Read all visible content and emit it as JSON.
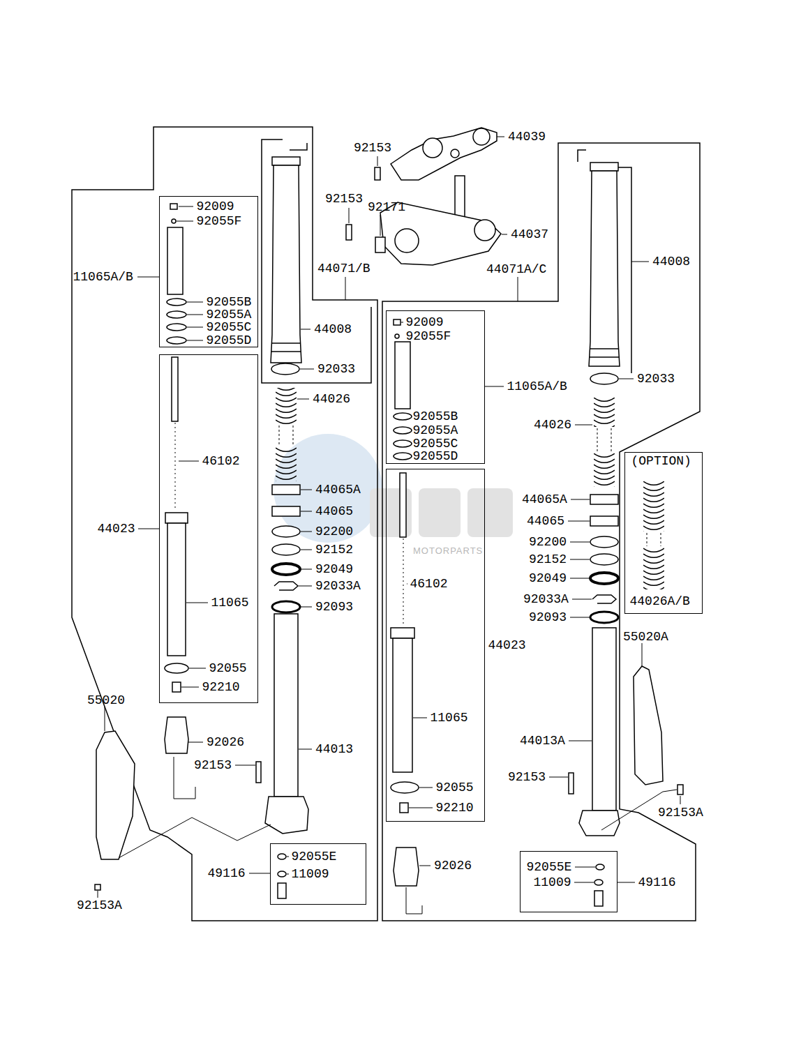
{
  "diagram": {
    "nodes": [
      {
        "text": [
          "11065A/B",
          "92009",
          "92055F",
          "92055B",
          "92055A",
          "92055C",
          "92055D"
        ]
      },
      {
        "text": [
          "44023",
          "46102",
          "11065",
          "92055",
          "92210"
        ]
      },
      {
        "text": [
          "49116",
          "92055E",
          "11009"
        ]
      },
      {
        "text": [
          "11065A/B",
          "92009",
          "92055F",
          "92055B",
          "92055A",
          "92055C",
          "92055D"
        ]
      },
      {
        "text": [
          "44023",
          "46102",
          "11065",
          "92055",
          "92210"
        ]
      },
      {
        "text": [
          "(OPTION)",
          "44026A/B"
        ]
      },
      {
        "text": [
          "49116",
          "92055E",
          "11009"
        ]
      }
    ],
    "labels": [
      "92153",
      "44039",
      "92153",
      "92171",
      "44037",
      "44071/B",
      "44071A/C",
      "44008",
      "44008",
      "92033",
      "92033",
      "44026",
      "44026",
      "44065A",
      "44065",
      "92200",
      "92152",
      "92049",
      "92033A",
      "92093",
      "44065A",
      "44065",
      "92200",
      "92152",
      "92049",
      "92033A",
      "92093",
      "55020A",
      "55020",
      "44013A",
      "92026",
      "44013",
      "92153",
      "92153",
      "92153A",
      "92026",
      "92153A",
      "MOTORPARTS"
    ]
  }
}
